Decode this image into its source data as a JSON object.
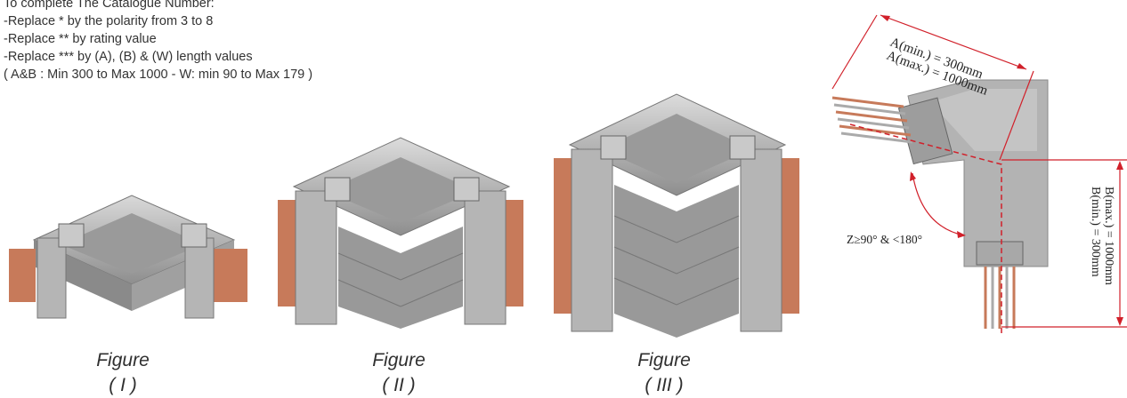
{
  "instructions": {
    "heading": "To complete The Catalogue Number:",
    "lines": [
      "-Replace * by the polarity from 3 to 8",
      "-Replace ** by rating value",
      "-Replace *** by (A), (B) & (W) length values",
      "( A&B : Min 300 to Max 1000 - W: min 90 to Max 179 )"
    ]
  },
  "figures": [
    {
      "word": "Figure",
      "numeral": "( I )"
    },
    {
      "word": "Figure",
      "numeral": "( II )"
    },
    {
      "word": "Figure",
      "numeral": "( III )"
    }
  ],
  "diagram": {
    "a_min": "A(min.) = 300mm",
    "a_max": "A(max.) = 1000mm",
    "b_min": "B(min.) = 300mm",
    "b_max": "B(max.) = 1000mm",
    "angle": "Z≥90° & <180°"
  },
  "colors": {
    "dimension_red": "#d1202a",
    "housing_grey": "#a9a9a9",
    "copper": "#c77a5a"
  }
}
